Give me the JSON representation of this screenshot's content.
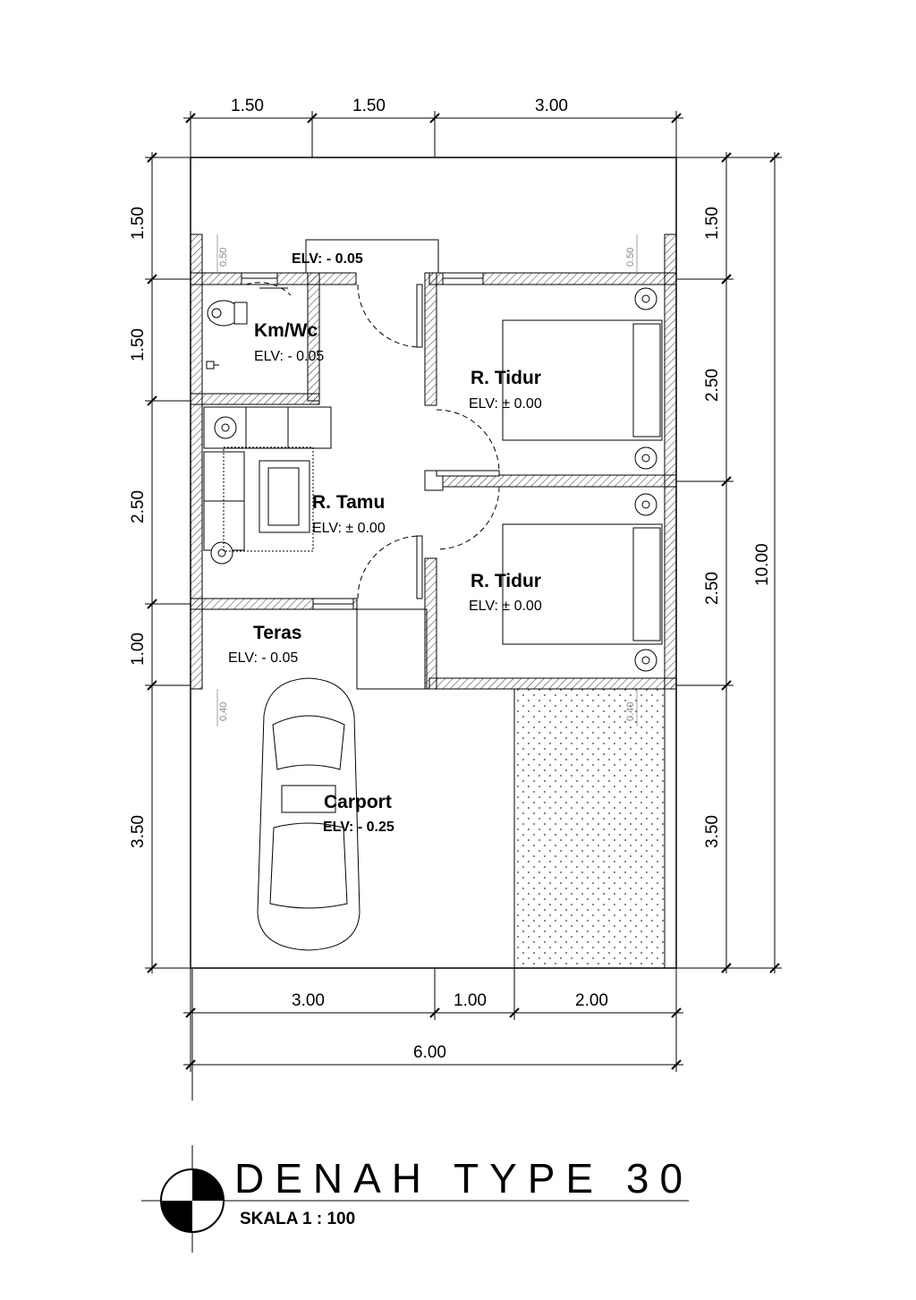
{
  "plan": {
    "dims_top": [
      "1.50",
      "1.50",
      "3.00"
    ],
    "dims_left": [
      "1.50",
      "1.50",
      "2.50",
      "1.00",
      "3.50"
    ],
    "dims_right": [
      "1.50",
      "2.50",
      "2.50",
      "3.50"
    ],
    "dim_total_right": "10.00",
    "dims_bottom": [
      "3.00",
      "1.00",
      "2.00"
    ],
    "dim_total_bottom": "6.00",
    "small_dims": [
      "0.50",
      "0.50",
      "0.40",
      "0.40"
    ],
    "rooms": [
      {
        "name": "Km/Wc",
        "elv": "ELV: - 0.05"
      },
      {
        "name": "R. Tidur",
        "elv": "ELV: ± 0.00"
      },
      {
        "name": "R. Tamu",
        "elv": "ELV: ± 0.00"
      },
      {
        "name": "R. Tidur",
        "elv": "ELV: ± 0.00"
      },
      {
        "name": "Teras",
        "elv": "ELV: - 0.05"
      },
      {
        "name": "Carport",
        "elv": "ELV: - 0.25"
      }
    ],
    "top_elv": "ELV: - 0.05"
  },
  "title": {
    "main": "DENAH TYPE 30",
    "scale": "SKALA 1 : 100"
  }
}
